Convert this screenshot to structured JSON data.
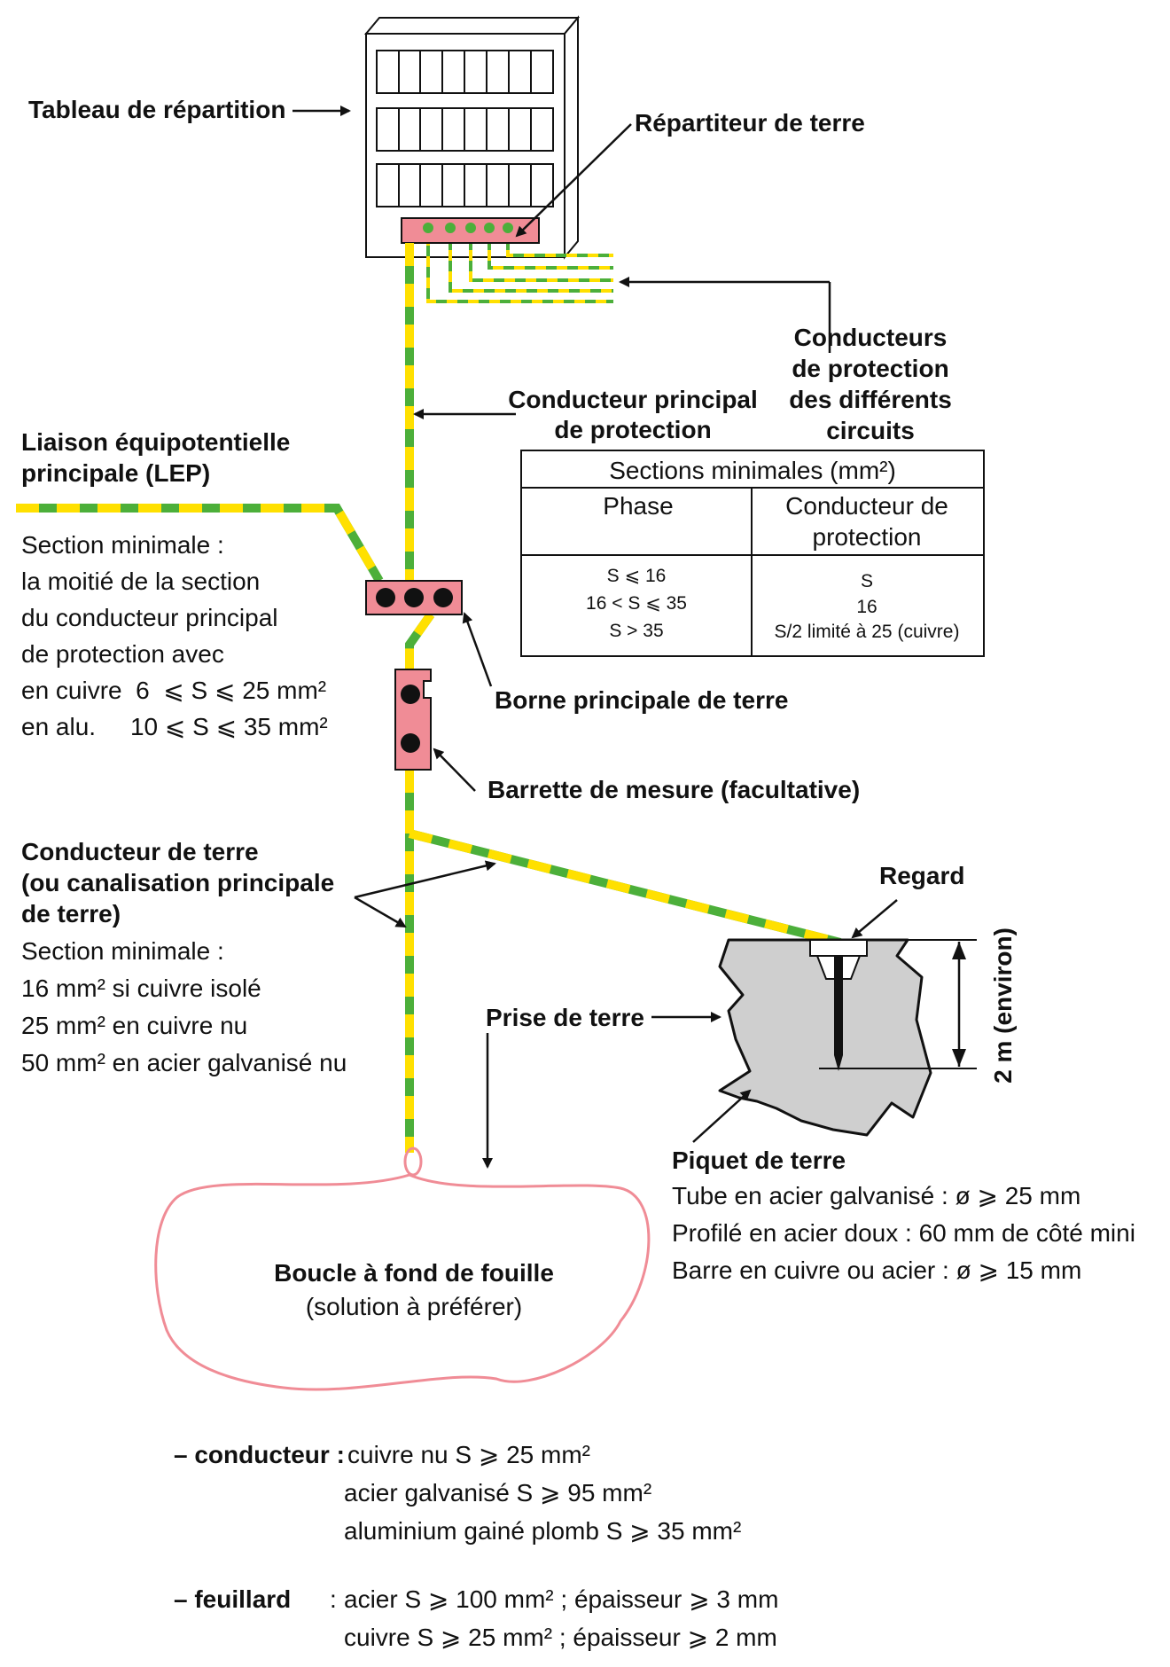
{
  "colors": {
    "earth_green": "#4caf3a",
    "earth_yellow": "#ffe000",
    "terminal_pink": "#f08c96",
    "loop_pink": "#f08c96",
    "ground_grey": "#cfcfcf"
  },
  "labels": {
    "tableau": "Tableau de répartition",
    "repartiteur": "Répartiteur de terre",
    "conducteurs_protection": [
      "Conducteurs",
      "de protection",
      "des différents",
      "circuits"
    ],
    "conducteur_principal": [
      "Conducteur principal",
      "de protection"
    ],
    "lep_title": [
      "Liaison équipotentielle",
      "principale (LEP)"
    ],
    "lep_text": [
      "Section minimale :",
      "la moitié de la section",
      "du conducteur principal",
      "de protection avec",
      "en cuivre  6  ⩽ S ⩽ 25 mm²",
      "en alu.     10 ⩽ S ⩽ 35 mm²"
    ],
    "borne": "Borne principale de terre",
    "barrette": "Barrette de mesure (facultative)",
    "conducteur_terre_title": [
      "Conducteur de terre",
      "(ou canalisation principale",
      "de terre)"
    ],
    "conducteur_terre_text": [
      "Section minimale :",
      "16 mm² si cuivre isolé",
      "25 mm² en cuivre nu",
      "50 mm² en acier galvanisé nu"
    ],
    "regard": "Regard",
    "prise_terre": "Prise de terre",
    "depth": "2 m (environ)",
    "piquet_title": "Piquet de terre",
    "piquet_text": [
      "Tube en acier galvanisé : ø ⩾ 25 mm",
      "Profilé en acier doux : 60 mm de côté mini",
      "Barre en cuivre ou acier : ø ⩾ 15 mm"
    ],
    "boucle_title": "Boucle à fond de fouille",
    "boucle_sub": "(solution à préférer)"
  },
  "table": {
    "title": "Sections minimales (mm²)",
    "col1_head": "Phase",
    "col2_head": [
      "Conducteur de",
      "protection"
    ],
    "col1_values": [
      "S ⩽ 16",
      "16 < S ⩽ 35",
      "S > 35"
    ],
    "col2_values": [
      "S",
      "16",
      "S/2 limité à 25 (cuivre)"
    ]
  },
  "bottom": {
    "conducteur_key": "– conducteur :",
    "conducteur_lines": [
      "cuivre nu S ⩾ 25 mm²",
      "acier galvanisé S ⩾ 95 mm²",
      "aluminium gainé plomb S ⩾ 35 mm²"
    ],
    "feuillard_key": "– feuillard",
    "feuillard_colon": ":",
    "feuillard_lines": [
      "acier S ⩾ 100 mm² ; épaisseur ⩾ 3 mm",
      "cuivre S ⩾ 25 mm² ; épaisseur ⩾ 2 mm"
    ]
  }
}
